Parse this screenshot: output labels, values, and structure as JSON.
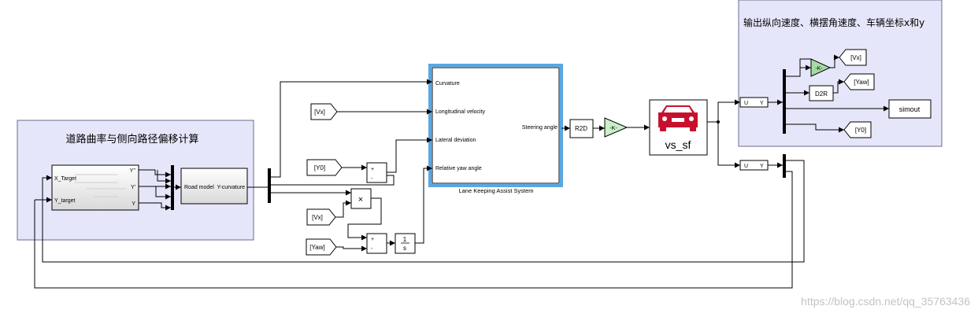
{
  "subsystems": {
    "road": {
      "title": "道路曲率与侧向路径偏移计算"
    },
    "output": {
      "title": "输出纵向速度、横摆角速度、车辆坐标x和y"
    }
  },
  "blocks": {
    "target_in": {
      "x_label": "X_Target",
      "y_label": "Y_target",
      "out1": "Y''",
      "out2": "Y'",
      "out3": "Y"
    },
    "road_model": {
      "label_left": "Road model",
      "label_right": "Y-curvature"
    },
    "from_vx_1": {
      "label": "[Vx]"
    },
    "from_y0": {
      "label": "[Y0]"
    },
    "from_vx_2": {
      "label": "[Vx]"
    },
    "from_yaw": {
      "label": "[Yaw]"
    },
    "product": {
      "label": "×"
    },
    "sum1": {
      "plus": "+",
      "minus": "-"
    },
    "sum2": {
      "plus": "+",
      "minus": "-"
    },
    "integrator": {
      "num": "1",
      "den": "s"
    },
    "lka": {
      "name": "Lane Keeping Assist System",
      "in1": "Curvature",
      "in2": "Longitudinal velocity",
      "in3": "Lateral deviation",
      "in4": "Relative yaw angle",
      "out": "Steering angle"
    },
    "r2d": {
      "label": "R2D"
    },
    "gain": {
      "label": "-K-"
    },
    "vehicle": {
      "label": "vs_sf",
      "color": "#c8102e"
    },
    "vec_split_1": {
      "u": "U",
      "y": "Y"
    },
    "vec_split_2": {
      "u": "U",
      "y": "Y"
    },
    "gain_out": {
      "label": "-K-"
    },
    "d2r": {
      "label": "D2R"
    },
    "goto_vx": {
      "label": "[Vx]"
    },
    "goto_yaw": {
      "label": "[Yaw]"
    },
    "simout": {
      "label": "simout"
    },
    "goto_y0": {
      "label": "[Y0]"
    }
  },
  "watermark": "https://blog.csdn.net/qq_35763436",
  "colors": {
    "subsystem_fill": "#e6e6fb",
    "subsystem_border": "#6b6b8c",
    "lka_border": "#5aa7e0",
    "gain_fill": "#c9f0c9",
    "gain_out_fill": "#a6dba6"
  }
}
